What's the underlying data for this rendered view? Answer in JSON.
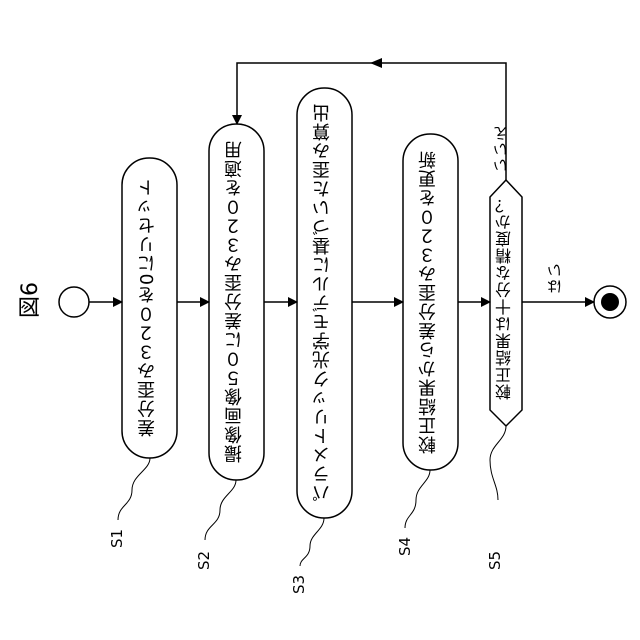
{
  "figure_title": "図6",
  "steps": [
    {
      "id": "S1",
      "text": "差分歪み３２０を0にリセット"
    },
    {
      "id": "S2",
      "text": "撮像画像５０に差分歪み３２０を適用"
    },
    {
      "id": "S3",
      "text": "パラメトリック光学モデルに基づいた歪み算出"
    },
    {
      "id": "S4",
      "text": "較正結果から差分歪み３２０を更新"
    }
  ],
  "decision": {
    "id": "S5",
    "text": "較正結果は十分な精度か？",
    "no_label": "いいえ",
    "yes_label": "はい"
  }
}
